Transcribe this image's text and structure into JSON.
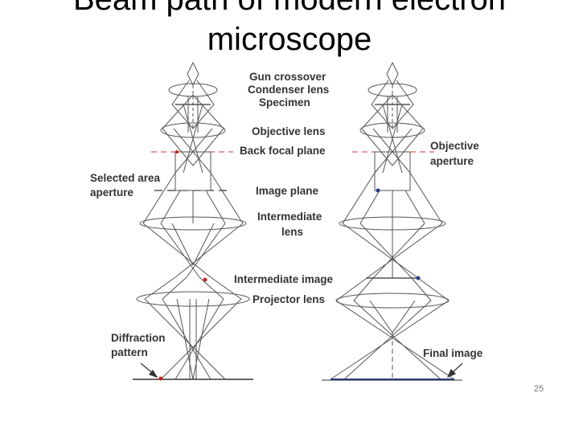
{
  "slide": {
    "title_line1": "Beam path of modern electron",
    "title_line2": "microscope",
    "page_number": "25"
  },
  "labels": {
    "gun_crossover": "Gun crossover",
    "condenser_lens": "Condenser lens",
    "specimen": "Specimen",
    "objective_lens": "Objective lens",
    "back_focal_plane": "Back focal plane",
    "selected_area_line1": "Selected area",
    "selected_area_line2": "aperture",
    "image_plane": "Image plane",
    "intermediate_lens_line1": "Intermediate",
    "intermediate_lens_line2": "lens",
    "intermediate_image": "Intermediate image",
    "projector_lens": "Projector lens",
    "objective_aperture_line1": "Objective",
    "objective_aperture_line2": "aperture",
    "diffraction_pattern_line1": "Diffraction",
    "diffraction_pattern_line2": "pattern",
    "final_image": "Final image"
  },
  "colors": {
    "ray": "#555555",
    "lens": "#555555",
    "plane_red": "#cc3333",
    "point_red": "#cc2222",
    "point_blue": "#1f3a8a",
    "label": "#333333"
  }
}
